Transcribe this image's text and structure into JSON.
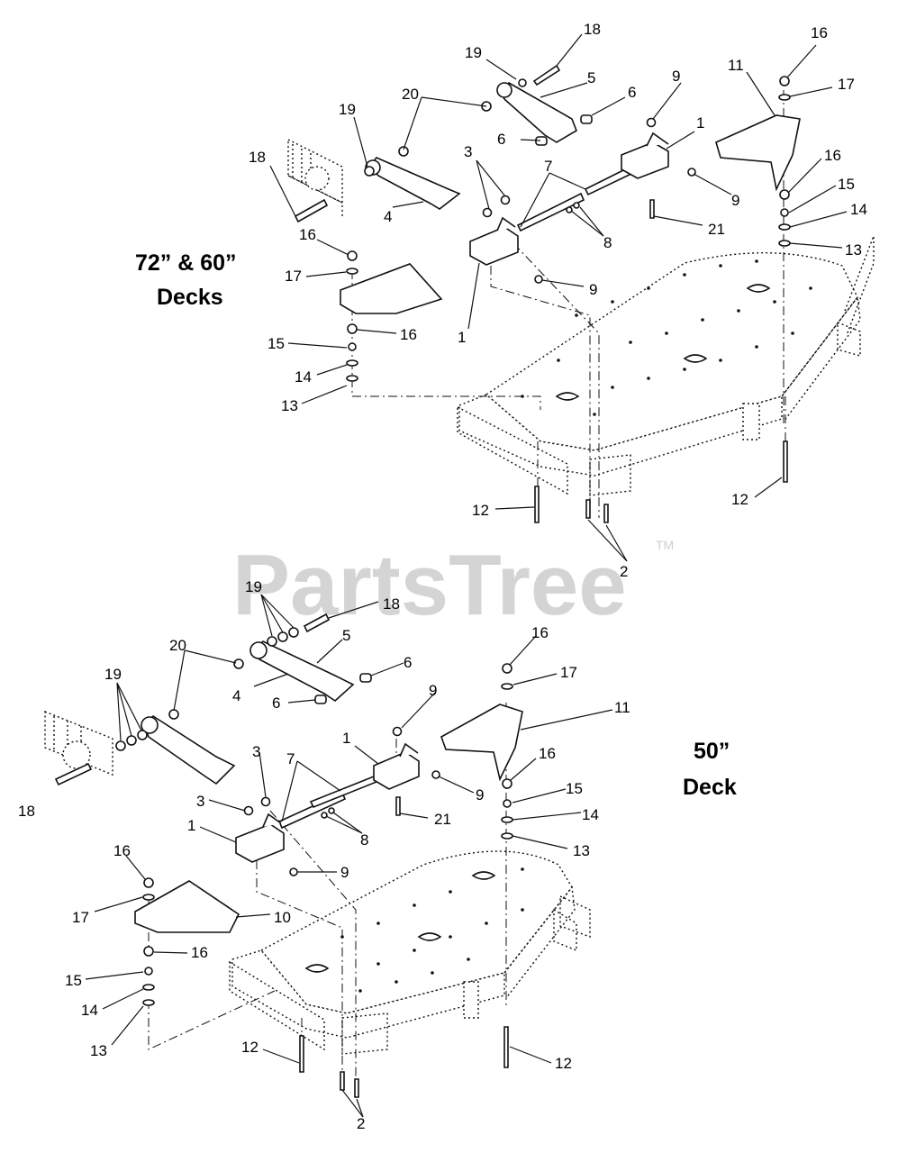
{
  "sections": [
    {
      "title_line1": "72” & 60”",
      "title_line2": "Decks"
    },
    {
      "title_line1": "50”",
      "title_line2": "Deck"
    }
  ],
  "watermark": {
    "brand": "PartsTree",
    "mark": "TM"
  },
  "callouts_top": [
    "19",
    "18",
    "5",
    "6",
    "20",
    "6",
    "9",
    "1",
    "11",
    "16",
    "17",
    "19",
    "18",
    "4",
    "3",
    "7",
    "9",
    "16",
    "15",
    "8",
    "21",
    "14",
    "13",
    "16",
    "17",
    "9",
    "1",
    "16",
    "15",
    "14",
    "13",
    "12",
    "12",
    "2"
  ],
  "callouts_bottom": [
    "19",
    "18",
    "20",
    "5",
    "6",
    "19",
    "4",
    "6",
    "9",
    "16",
    "17",
    "11",
    "1",
    "16",
    "3",
    "7",
    "15",
    "14",
    "9",
    "18",
    "3",
    "21",
    "8",
    "13",
    "1",
    "9",
    "16",
    "17",
    "10",
    "16",
    "15",
    "14",
    "13",
    "12",
    "12",
    "2"
  ]
}
